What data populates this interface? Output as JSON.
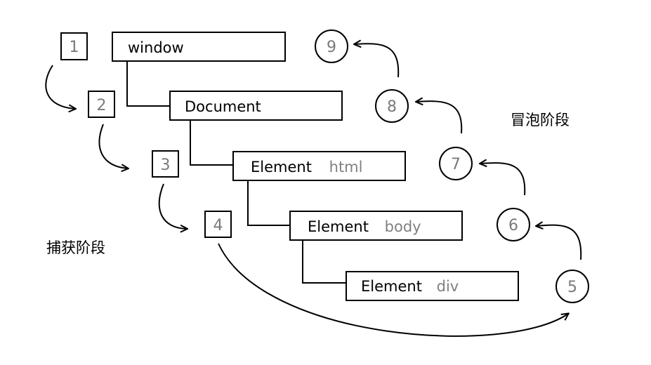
{
  "nodes": [
    {
      "name": "window",
      "sub": ""
    },
    {
      "name": "Document",
      "sub": ""
    },
    {
      "name": "Element",
      "sub": "html"
    },
    {
      "name": "Element",
      "sub": "body"
    },
    {
      "name": "Element",
      "sub": "div"
    }
  ],
  "capture_steps": [
    "1",
    "2",
    "3",
    "4"
  ],
  "bubble_steps": [
    "5",
    "6",
    "7",
    "8",
    "9"
  ],
  "phases": {
    "capture": "捕获阶段",
    "bubble": "冒泡阶段"
  },
  "colors": {
    "stroke": "#000000",
    "main_text": "#000000",
    "sub_text": "#808080",
    "number_text": "#7a7a7a",
    "background": "#ffffff"
  }
}
